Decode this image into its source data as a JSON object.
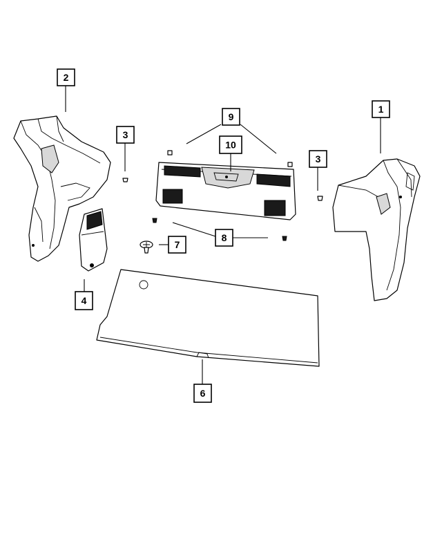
{
  "diagram": {
    "callouts": [
      {
        "id": "1",
        "label": "1"
      },
      {
        "id": "2",
        "label": "2"
      },
      {
        "id": "3a",
        "label": "3"
      },
      {
        "id": "3b",
        "label": "3"
      },
      {
        "id": "4",
        "label": "4"
      },
      {
        "id": "6",
        "label": "6"
      },
      {
        "id": "7",
        "label": "7"
      },
      {
        "id": "8",
        "label": "8"
      },
      {
        "id": "9",
        "label": "9"
      },
      {
        "id": "10",
        "label": "10"
      }
    ]
  }
}
